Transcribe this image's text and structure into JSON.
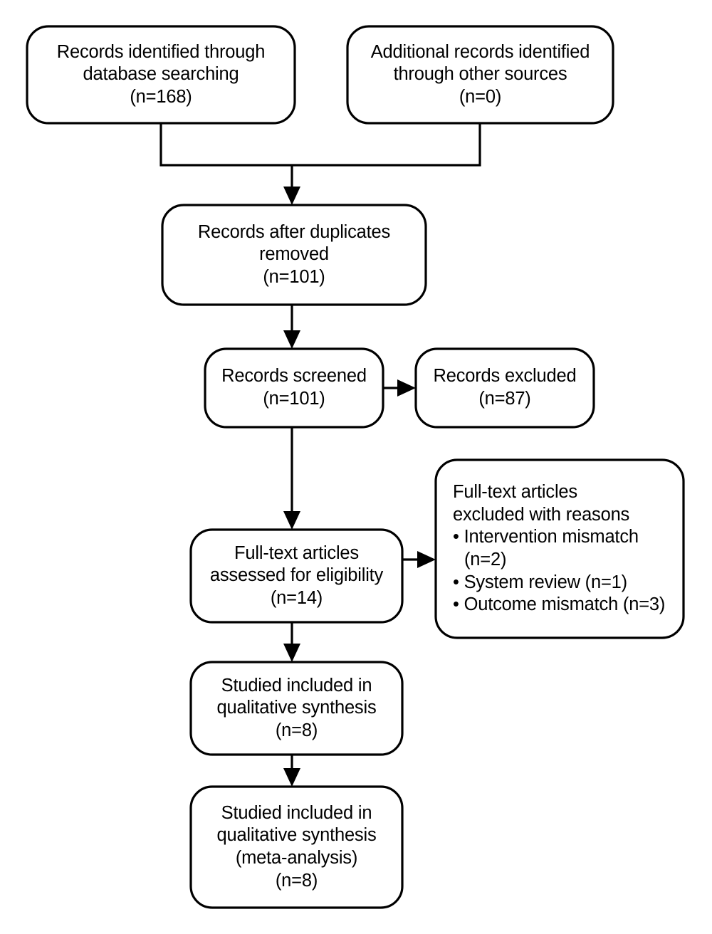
{
  "diagram": {
    "kind": "prisma-flow-diagram",
    "colors": {
      "stroke": "#000000",
      "box_fill": "#ffffff",
      "background": "#ffffff",
      "text": "#000000"
    },
    "nodes": {
      "records_identified_database": {
        "lines": [
          "Records identified through",
          "database searching",
          "(n=168)"
        ],
        "count_label": "(n=168)",
        "count": 168
      },
      "additional_records_other": {
        "lines": [
          "Additional records identified",
          "through other sources",
          "(n=0)"
        ],
        "count_label": "(n=0)",
        "count": 0
      },
      "records_after_duplicates": {
        "lines": [
          "Records after duplicates",
          "removed",
          "(n=101)"
        ],
        "count_label": "(n=101)",
        "count": 101
      },
      "records_screened": {
        "lines": [
          "Records screened",
          "(n=101)"
        ],
        "count_label": "(n=101)",
        "count": 101
      },
      "records_excluded": {
        "lines": [
          "Records excluded",
          "(n=87)"
        ],
        "count_label": "(n=87)",
        "count": 87
      },
      "fulltext_assessed": {
        "lines": [
          "Full-text articles",
          "assessed for eligibility",
          "(n=14)"
        ],
        "count_label": "(n=14)",
        "count": 14
      },
      "fulltext_excluded": {
        "heading": [
          "Full-text articles",
          "excluded with reasons"
        ],
        "reasons": [
          {
            "bullet": "• Intervention mismatch",
            "continuation": "(n=2)",
            "label": "Intervention mismatch",
            "count": 2
          },
          {
            "bullet": "• System review (n=1)",
            "continuation": "",
            "label": "System review",
            "count": 1
          },
          {
            "bullet": "• Outcome mismatch (n=3)",
            "continuation": "",
            "label": "Outcome mismatch",
            "count": 3
          }
        ]
      },
      "studies_qualitative": {
        "lines": [
          "Studied included in",
          "qualitative synthesis",
          "(n=8)"
        ],
        "count_label": "(n=8)",
        "count": 8
      },
      "studies_meta_analysis": {
        "lines": [
          "Studied included in",
          "qualitative synthesis",
          "(meta-analysis)",
          "(n=8)"
        ],
        "count_label": "(n=8)",
        "count": 8
      }
    }
  }
}
